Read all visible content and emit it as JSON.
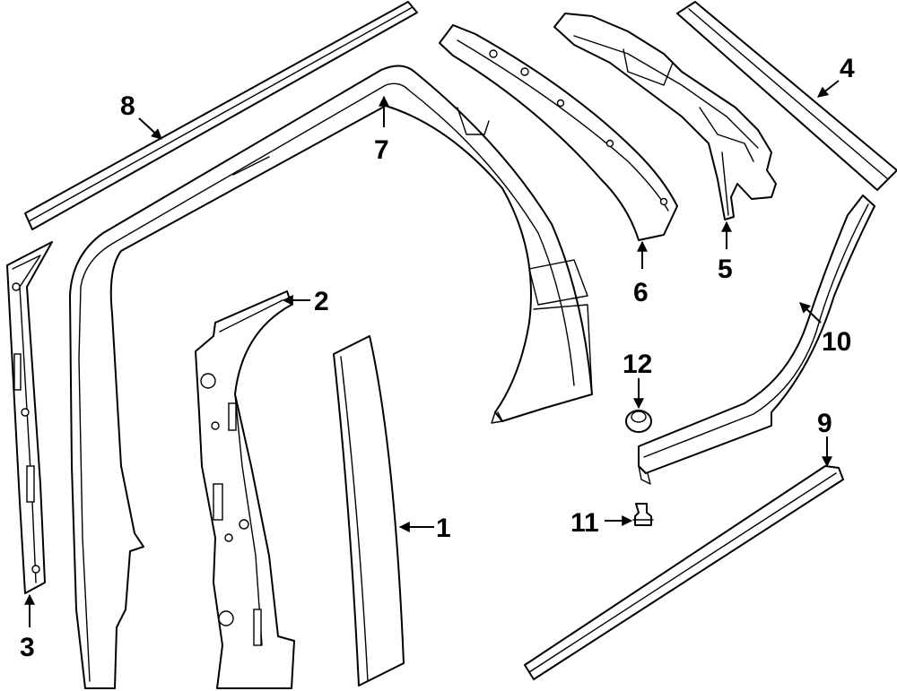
{
  "callouts": [
    {
      "id": "1",
      "label": "1"
    },
    {
      "id": "2",
      "label": "2"
    },
    {
      "id": "3",
      "label": "3"
    },
    {
      "id": "4",
      "label": "4"
    },
    {
      "id": "5",
      "label": "5"
    },
    {
      "id": "6",
      "label": "6"
    },
    {
      "id": "7",
      "label": "7"
    },
    {
      "id": "8",
      "label": "8"
    },
    {
      "id": "9",
      "label": "9"
    },
    {
      "id": "10",
      "label": "10"
    },
    {
      "id": "11",
      "label": "11"
    },
    {
      "id": "12",
      "label": "12"
    }
  ],
  "colors": {
    "line": "#000000",
    "fill": "#ffffff"
  }
}
